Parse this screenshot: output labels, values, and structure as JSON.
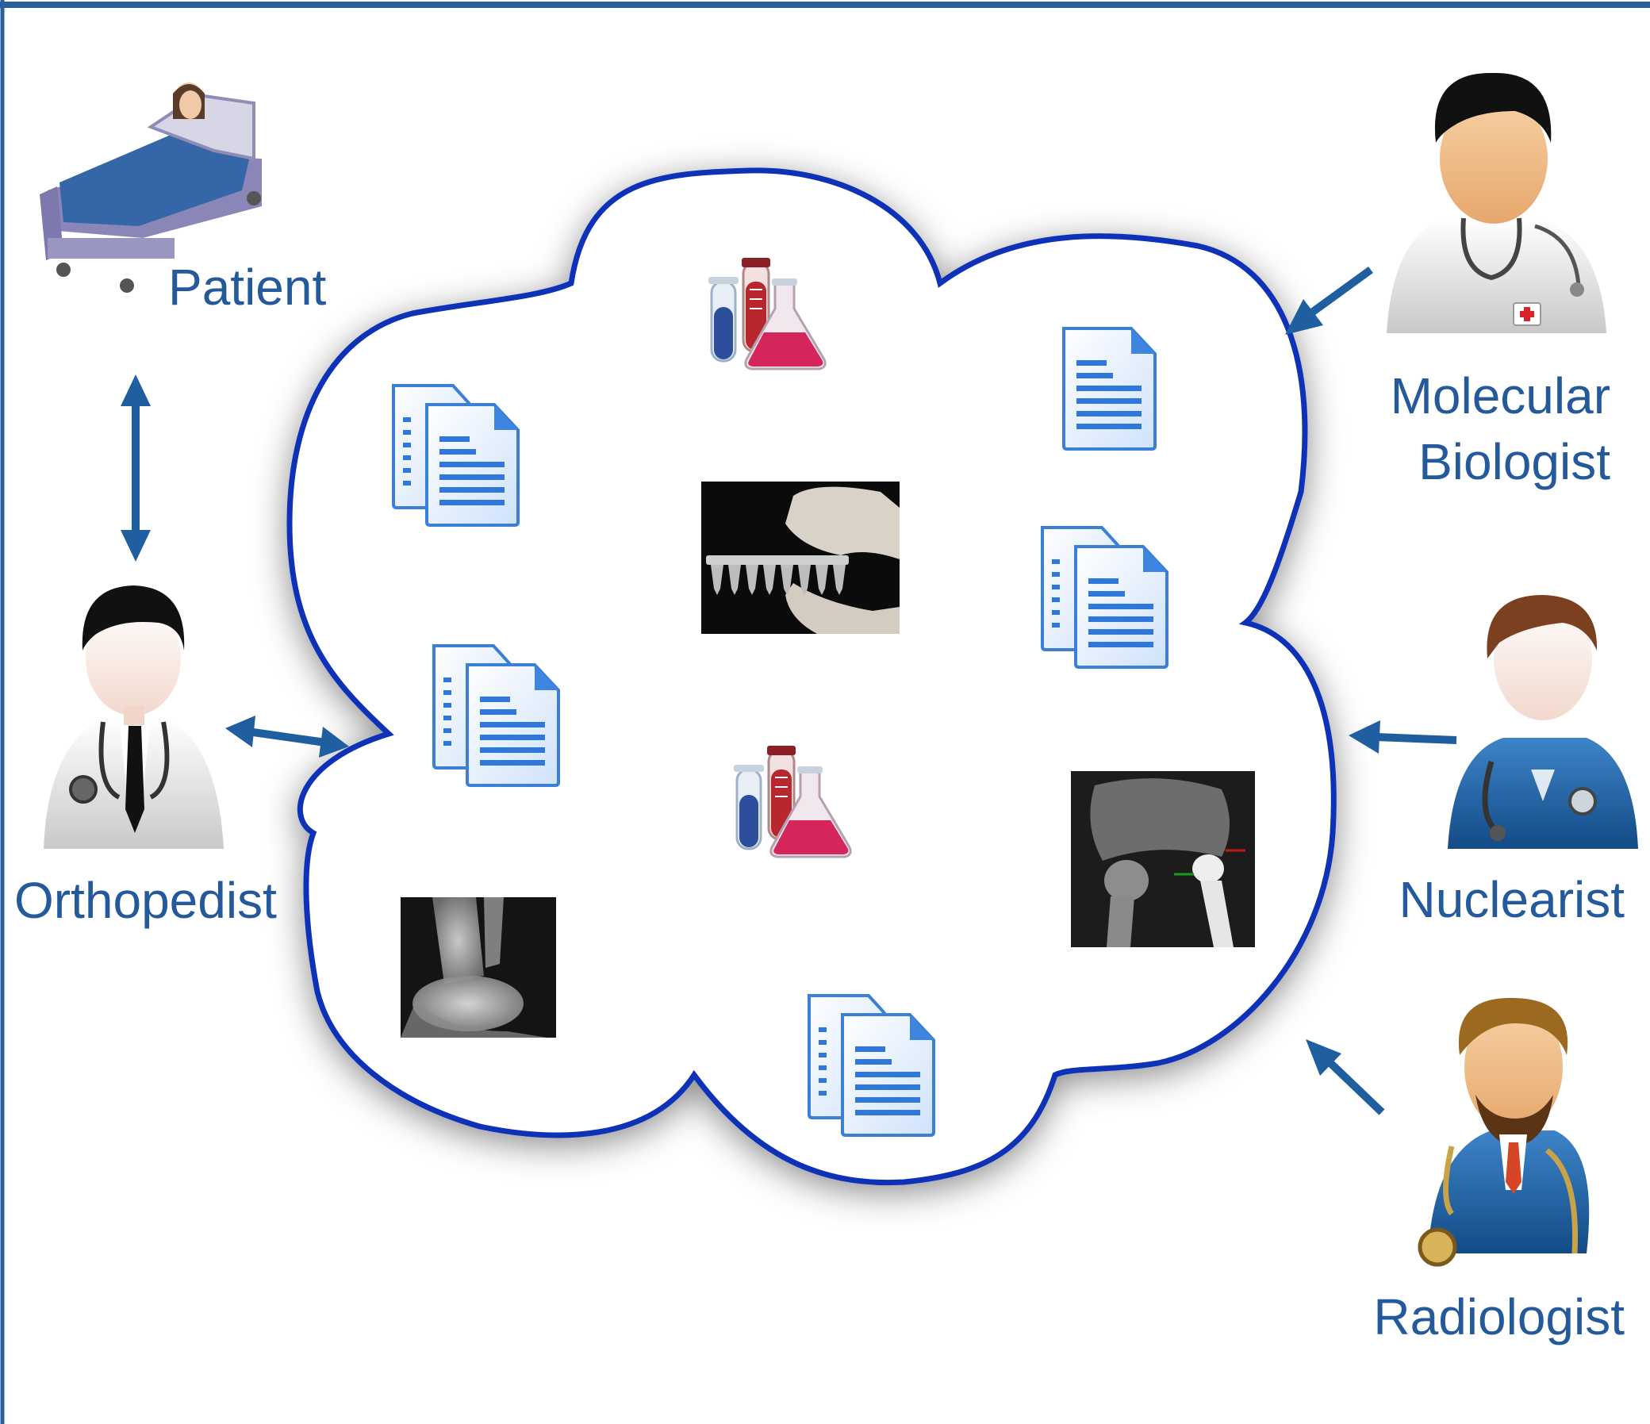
{
  "diagram": {
    "labels": {
      "patient": "Patient",
      "orthopedist": "Orthopedist",
      "molecular_biologist_line1": "Molecular",
      "molecular_biologist_line2": "Biologist",
      "nuclearist": "Nuclearist",
      "radiologist": "Radiologist"
    },
    "icons": {
      "patient": "patient-in-bed-icon",
      "orthopedist": "doctor-with-stethoscope-icon",
      "molecular_biologist": "doctor-with-medical-badge-icon",
      "nuclearist": "nurse-with-stethoscope-icon",
      "radiologist": "bearded-doctor-icon",
      "lab": "test-tubes-flask-icon",
      "document": "document-icon",
      "documents": "document-stack-icon",
      "pcr": "pcr-tube-strip-photo",
      "xray_ankle": "ankle-xray-photo",
      "xray_hip": "hip-xray-photo"
    },
    "colors": {
      "frame": "#2a5f9e",
      "text": "#24599b",
      "arrow": "#1f5fa0",
      "cloud_border": "#1033b8",
      "doc_blue": "#2f77d8"
    }
  }
}
